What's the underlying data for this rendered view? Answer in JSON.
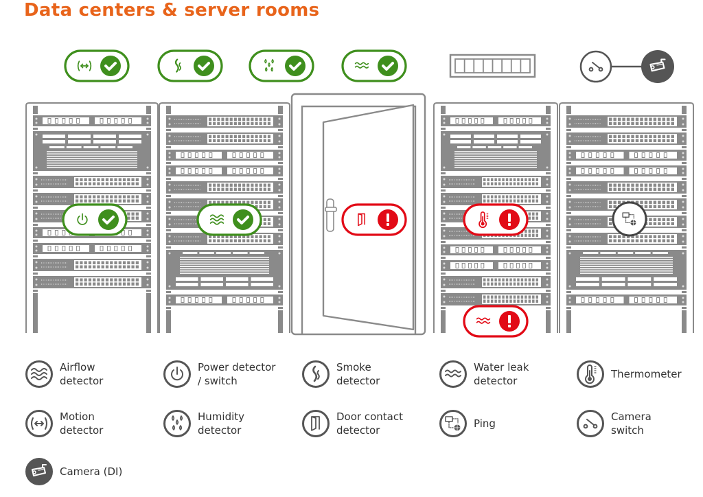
{
  "title": "Data centers & server rooms",
  "colors": {
    "accent": "#e8641b",
    "ok": "#3f8f1d",
    "alert": "#e20a16",
    "rack": "#8a8a8a",
    "icon": "#555555"
  },
  "top_status": [
    {
      "sensor": "Motion detector",
      "icon": "motion-icon",
      "status": "ok"
    },
    {
      "sensor": "Smoke detector",
      "icon": "smoke-icon",
      "status": "ok"
    },
    {
      "sensor": "Humidity detector",
      "icon": "humidity-icon",
      "status": "ok"
    },
    {
      "sensor": "Water leak detector",
      "icon": "water-leak-icon",
      "status": "ok"
    },
    {
      "sensor": "Device unit",
      "icon": "device-unit-icon",
      "status": "neutral"
    },
    {
      "sensor": "Camera switch to Camera (DI)",
      "icon": "camera-switch-icon",
      "status": "neutral"
    }
  ],
  "rack_status": [
    {
      "location": "rack-1",
      "sensor": "Power detector / switch",
      "icon": "power-icon",
      "status": "ok"
    },
    {
      "location": "rack-2",
      "sensor": "Airflow detector",
      "icon": "airflow-icon",
      "status": "ok"
    },
    {
      "location": "door",
      "sensor": "Door contact detector",
      "icon": "door-icon",
      "status": "alert"
    },
    {
      "location": "rack-3",
      "sensor": "Thermometer",
      "icon": "thermometer-icon",
      "status": "alert"
    },
    {
      "location": "rack-3-floor",
      "sensor": "Water leak detector",
      "icon": "water-leak-icon",
      "status": "alert"
    },
    {
      "location": "rack-4",
      "sensor": "Ping",
      "icon": "ping-icon",
      "status": "neutral"
    }
  ],
  "legend": [
    {
      "icon": "airflow-icon",
      "label": "Airflow\ndetector"
    },
    {
      "icon": "power-icon",
      "label": "Power detector\n/ switch"
    },
    {
      "icon": "smoke-icon",
      "label": "Smoke\ndetector"
    },
    {
      "icon": "water-leak-icon",
      "label": "Water leak\ndetector"
    },
    {
      "icon": "thermometer-icon",
      "label": "Thermometer"
    },
    {
      "icon": "motion-icon",
      "label": "Motion\ndetector"
    },
    {
      "icon": "humidity-icon",
      "label": "Humidity\ndetector"
    },
    {
      "icon": "door-icon",
      "label": "Door contact\ndetector"
    },
    {
      "icon": "ping-icon",
      "label": "Ping"
    },
    {
      "icon": "camera-switch-icon",
      "label": "Camera\nswitch"
    },
    {
      "icon": "camera-icon",
      "label": "Camera (DI)"
    }
  ]
}
